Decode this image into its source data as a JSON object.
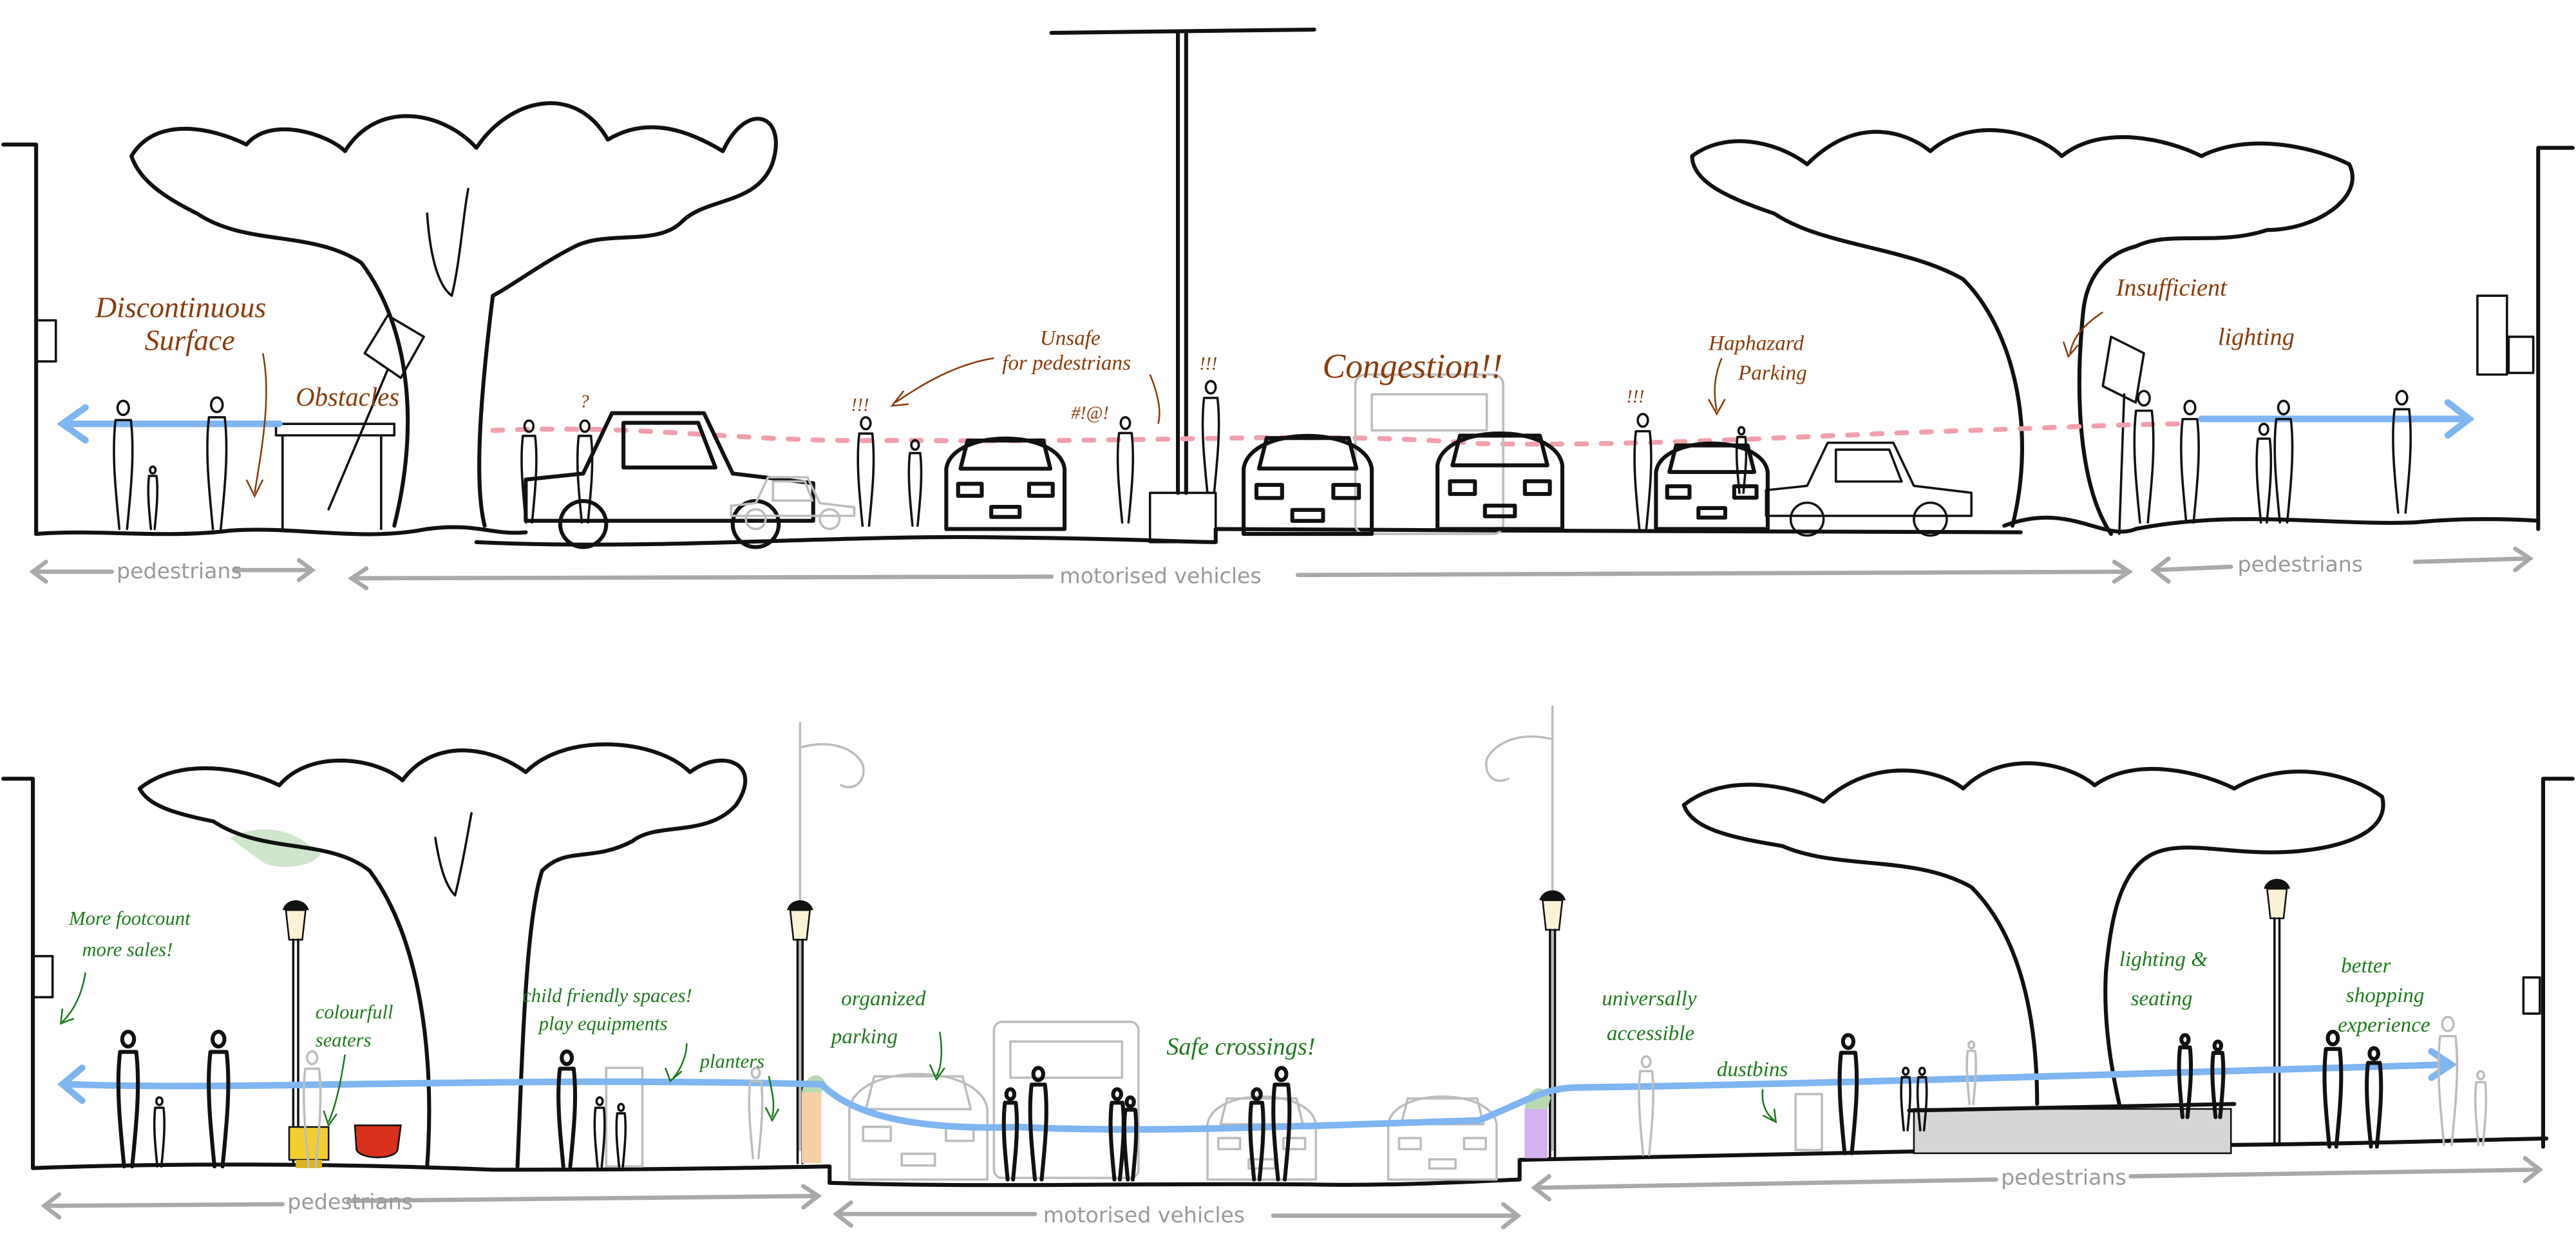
{
  "colors": {
    "problem_annotation": "#8a3b0c",
    "solution_annotation": "#1f7a1f",
    "pedestrian_path": "#7fb5f0",
    "conflict_path": "#f0a0ac",
    "dimension": "#a9a9a9",
    "seater_yellow": "#f2cf2e",
    "seater_red": "#d9301c",
    "planter_peach": "#f7cfa6",
    "planter_lilac": "#d3b2f0",
    "bench_grey": "#d6d6d6"
  },
  "existing_section": {
    "annotations": {
      "discontinuous_surface": [
        "Discontinuous",
        "Surface"
      ],
      "obstacles": "Obstacles",
      "unsafe": [
        "Unsafe",
        "for pedestrians"
      ],
      "congestion": "Congestion!!",
      "haphazard_parking": [
        "Haphazard",
        "Parking"
      ],
      "insufficient_lighting": [
        "Insufficient",
        "lighting"
      ]
    },
    "exclamations": {
      "question": "?",
      "alarm_1": "!!!",
      "cursing": "#!@!",
      "alarm_2": "!!!",
      "alarm_3": "!!!"
    },
    "dimensions": {
      "left_pedestrians": "pedestrians",
      "motorised_vehicles": "motorised vehicles",
      "right_pedestrians": "pedestrians"
    }
  },
  "proposed_section": {
    "annotations": {
      "more_footcount": [
        "More footcount",
        "more sales!"
      ],
      "colourfull_seaters": [
        "colourfull",
        "seaters"
      ],
      "child_friendly": [
        "child friendly spaces!",
        "play equipments"
      ],
      "planters": "planters",
      "organized_parking": [
        "organized",
        "parking"
      ],
      "safe_crossings": "Safe crossings!",
      "universally_accessible": [
        "universally",
        "accessible"
      ],
      "dustbins": "dustbins",
      "lighting_seating": [
        "lighting &",
        "seating"
      ],
      "better_shopping": [
        "better",
        "shopping",
        "experience"
      ]
    },
    "dimensions": {
      "left_pedestrians": "pedestrians",
      "motorised_vehicles": "motorised vehicles",
      "right_pedestrians": "pedestrians"
    }
  }
}
